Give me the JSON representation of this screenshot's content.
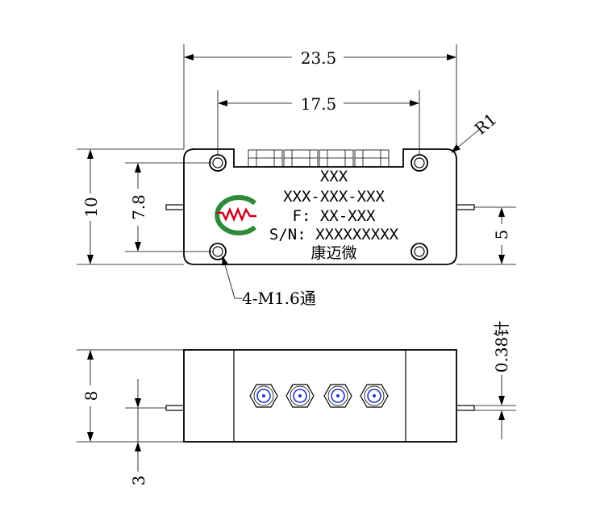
{
  "top_view": {
    "dims": {
      "overall_width": "23.5",
      "hole_spacing": "17.5",
      "corner_radius": "R1",
      "overall_height": "10",
      "hole_vertical": "7.8",
      "pin_height": "5"
    },
    "label": {
      "line1": "XXX",
      "line2": "XXX-XXX-XXX",
      "line3": "F: XX-XXX",
      "line4": "S/N: XXXXXXXXX",
      "line5": "康迈微"
    },
    "hole_callout": "4-M1.6通"
  },
  "side_view": {
    "dims": {
      "height": "8",
      "pin_offset": "3",
      "pin_diameter": "0.38针"
    }
  },
  "colors": {
    "logo_green": "#2e8b3a",
    "logo_red": "#d0021b",
    "connector_blue": "#2233cc",
    "line": "#000000"
  }
}
